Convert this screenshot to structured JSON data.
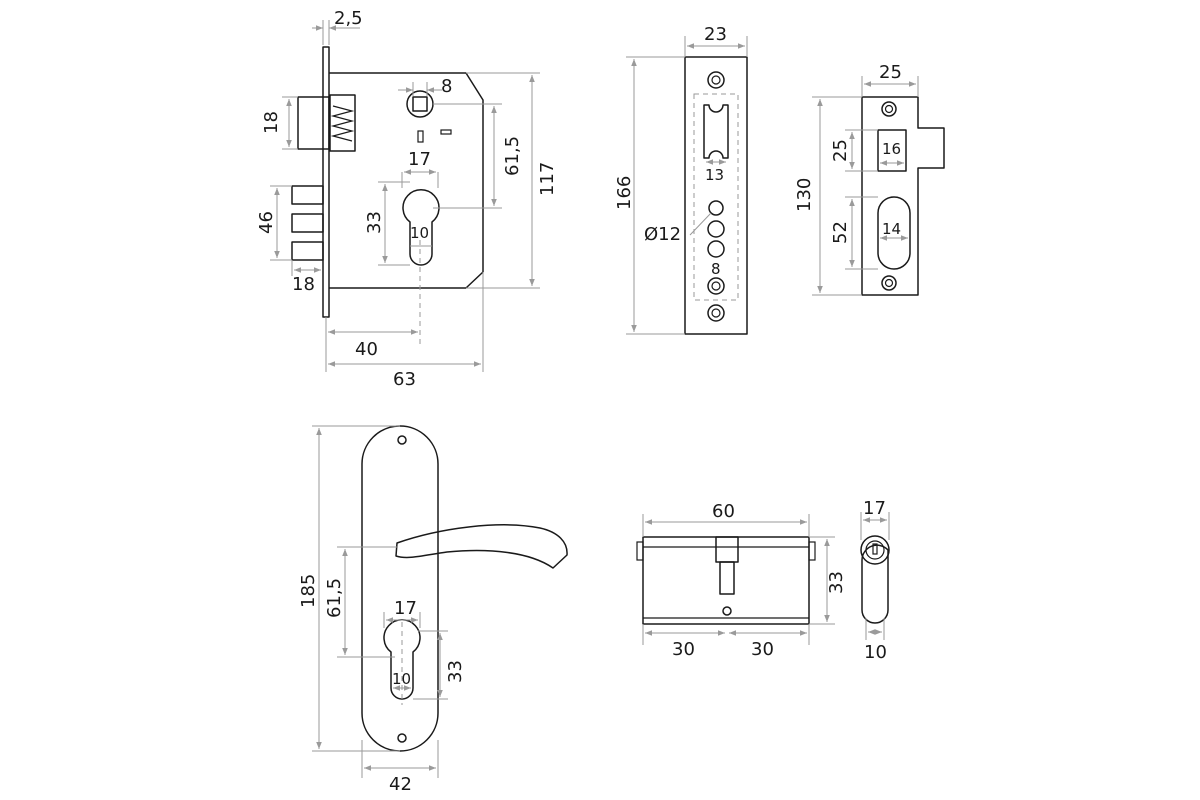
{
  "mortise_lock": {
    "faceplate_thickness": "2,5",
    "latch_height": "18",
    "square_hole": "8",
    "backset_spacing": "61,5",
    "body_height": "117",
    "cyl_width": "17",
    "cyl_height": "33",
    "cyl_narrow": "10",
    "deadbolt_span": "46",
    "bolt_projection": "18",
    "backset": "40",
    "body_depth": "63"
  },
  "faceplate": {
    "width": "23",
    "height": "166",
    "latch_window": "13",
    "hole_diameter": "Ø12",
    "hole_pitch": "8"
  },
  "strike_plate": {
    "width": "25",
    "height": "130",
    "latch_cut_height": "25",
    "latch_cut_width": "16",
    "bolt_cut_height": "52",
    "bolt_cut_width": "14"
  },
  "handle_plate": {
    "height": "185",
    "spacing": "61,5",
    "cyl_width": "17",
    "cyl_height": "33",
    "cyl_narrow": "10",
    "width": "42"
  },
  "cylinder": {
    "length": "60",
    "left_half": "30",
    "right_half": "30",
    "height": "33"
  },
  "cylinder_end": {
    "width": "17",
    "narrow": "10"
  }
}
